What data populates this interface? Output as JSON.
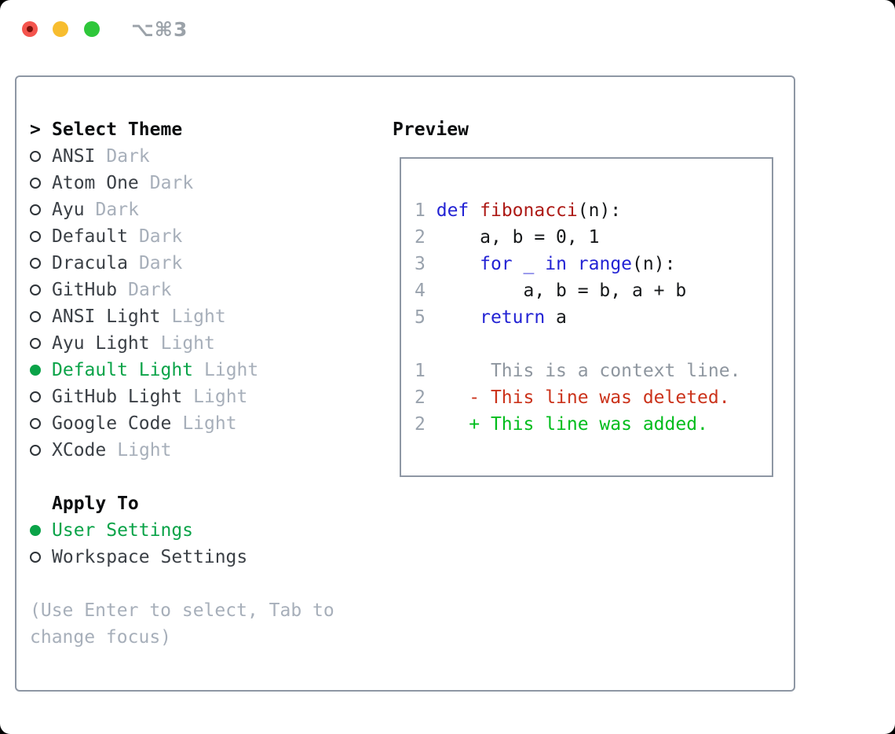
{
  "window": {
    "title": "⌥⌘3"
  },
  "colors": {
    "accent_green": "#0aa348",
    "radio_ring": "#2f3439",
    "traffic_red": "#f4544d",
    "traffic_red_dot": "#7c100a",
    "traffic_yellow": "#f7bd2f",
    "traffic_green": "#2ec73a",
    "title_gray": "#9ba2a9",
    "border": "#8e97a4",
    "text_header": "#0b0d0f",
    "text_primary": "#3b4046",
    "text_secondary": "#a7afba",
    "line_number": "#99a2ad",
    "code_keyword": "#2323d4",
    "code_function": "#ad1a16",
    "code_plain": "#16181a",
    "diff_context": "#8e969f",
    "diff_deleted": "#cb331b",
    "diff_added": "#00bd1c"
  },
  "theme_list": {
    "header_marker": ">",
    "header": "Select Theme",
    "items": [
      {
        "name": "ANSI",
        "variant": "Dark",
        "selected": false
      },
      {
        "name": "Atom One",
        "variant": "Dark",
        "selected": false
      },
      {
        "name": "Ayu",
        "variant": "Dark",
        "selected": false
      },
      {
        "name": "Default",
        "variant": "Dark",
        "selected": false
      },
      {
        "name": "Dracula",
        "variant": "Dark",
        "selected": false
      },
      {
        "name": "GitHub",
        "variant": "Dark",
        "selected": false
      },
      {
        "name": "ANSI Light",
        "variant": "Light",
        "selected": false
      },
      {
        "name": "Ayu Light",
        "variant": "Light",
        "selected": false
      },
      {
        "name": "Default Light",
        "variant": "Light",
        "selected": true
      },
      {
        "name": "GitHub Light",
        "variant": "Light",
        "selected": false
      },
      {
        "name": "Google Code",
        "variant": "Light",
        "selected": false
      },
      {
        "name": "XCode",
        "variant": "Light",
        "selected": false
      }
    ]
  },
  "apply_to": {
    "header": "Apply To",
    "options": [
      {
        "label": "User Settings",
        "selected": true
      },
      {
        "label": "Workspace Settings",
        "selected": false
      }
    ]
  },
  "help_text": "(Use Enter to select, Tab to\nchange focus)",
  "preview": {
    "label": "Preview",
    "lines": [
      {
        "num": "1",
        "segments": [
          {
            "t": "def",
            "c": "kw"
          },
          {
            "t": " ",
            "c": "pl"
          },
          {
            "t": "fibonacci",
            "c": "fn"
          },
          {
            "t": "(n):",
            "c": "pl"
          }
        ]
      },
      {
        "num": "2",
        "segments": [
          {
            "t": "    a, b = 0, 1",
            "c": "pl"
          }
        ]
      },
      {
        "num": "3",
        "segments": [
          {
            "t": "    ",
            "c": "pl"
          },
          {
            "t": "for",
            "c": "kw"
          },
          {
            "t": " ",
            "c": "pl"
          },
          {
            "t": "_",
            "c": "kw"
          },
          {
            "t": " ",
            "c": "pl"
          },
          {
            "t": "in",
            "c": "kw"
          },
          {
            "t": " ",
            "c": "pl"
          },
          {
            "t": "range",
            "c": "kw"
          },
          {
            "t": "(n):",
            "c": "pl"
          }
        ]
      },
      {
        "num": "4",
        "segments": [
          {
            "t": "        a, b = b, a + b",
            "c": "pl"
          }
        ]
      },
      {
        "num": "5",
        "segments": [
          {
            "t": "    ",
            "c": "pl"
          },
          {
            "t": "return",
            "c": "kw"
          },
          {
            "t": " a",
            "c": "pl"
          }
        ]
      },
      {
        "num": "",
        "segments": []
      },
      {
        "num": "1",
        "segments": [
          {
            "t": "     This is a context line.",
            "c": "ctx"
          }
        ]
      },
      {
        "num": "2",
        "segments": [
          {
            "t": "   - This line was deleted.",
            "c": "del"
          }
        ]
      },
      {
        "num": "2",
        "segments": [
          {
            "t": "   + This line was added.",
            "c": "add"
          }
        ]
      }
    ]
  }
}
